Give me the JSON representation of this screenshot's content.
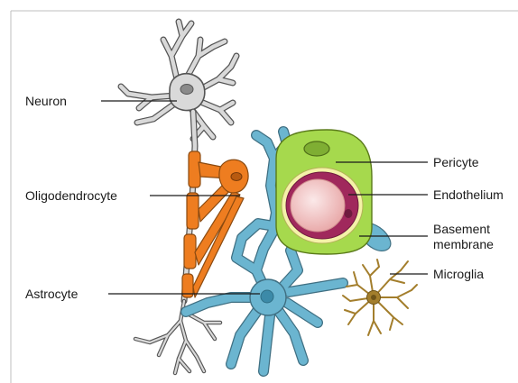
{
  "labels": {
    "neuron": "Neuron",
    "oligodendrocyte": "Oligodendrocyte",
    "astrocyte": "Astrocyte",
    "pericyte": "Pericyte",
    "endothelium": "Endothelium",
    "basement_membrane": "Basement\nmembrane",
    "microglia": "Microglia"
  },
  "colors": {
    "neuron": "#d9d9d9",
    "oligodendrocyte": "#ee7d20",
    "astrocyte": "#6bb5d0",
    "pericyte": "#a6d94d",
    "endothelium": "#a0285c",
    "basement_membrane": "#f4f2a8",
    "lumen": "#f2c8c8",
    "microglia": "#a37e2c",
    "outline": "#555555",
    "frame": "#bfbfbf"
  }
}
